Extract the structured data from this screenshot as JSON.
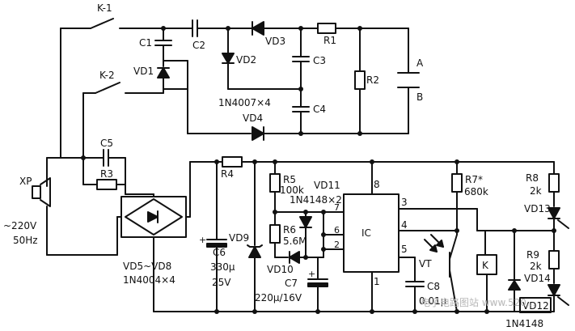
{
  "labels": {
    "k1": "K-1",
    "k2": "K-2",
    "c1": "C1",
    "c2": "C2",
    "vd3": "VD3",
    "r1": "R1",
    "vd1": "VD1",
    "vd2": "VD2",
    "c3": "C3",
    "r2": "R2",
    "a": "A",
    "b": "B",
    "in4007": "1N4007×4",
    "c4": "C4",
    "vd4": "VD4",
    "c5": "C5",
    "r3": "R3",
    "xp": "XP",
    "ac_v": "~220V",
    "ac_hz": "50Hz",
    "bridge": "VD5~VD8",
    "bridge_type": "1N4004×4",
    "r4": "R4",
    "c6": "C6",
    "c6_val": "330μ",
    "c6_volt": "25V",
    "vd9": "VD9",
    "r5": "R5",
    "r5_val": "100k",
    "vd11": "VD11",
    "in4148x2": "1N4148×2",
    "r6": "R6",
    "r6_val": "5.6M",
    "vd10": "VD10",
    "c7": "C7",
    "c7_val": "220μ/16V",
    "ic": "IC",
    "pin8": "8",
    "pin7": "7",
    "pin6": "6",
    "pin2": "2",
    "pin1": "1",
    "pin3": "3",
    "pin4": "4",
    "pin5": "5",
    "vt": "VT",
    "c8": "C8",
    "c8_val": "0.01μ",
    "r7": "R7*",
    "r7_val": "680k",
    "k": "K",
    "r8": "R8",
    "r8_val": "2k",
    "vd13": "VD13",
    "r9": "R9",
    "r9_val": "2k",
    "vd14": "VD14",
    "vd12": "VD12",
    "in4148": "1N4148",
    "watermark": "电子电路图站 www.520..."
  }
}
